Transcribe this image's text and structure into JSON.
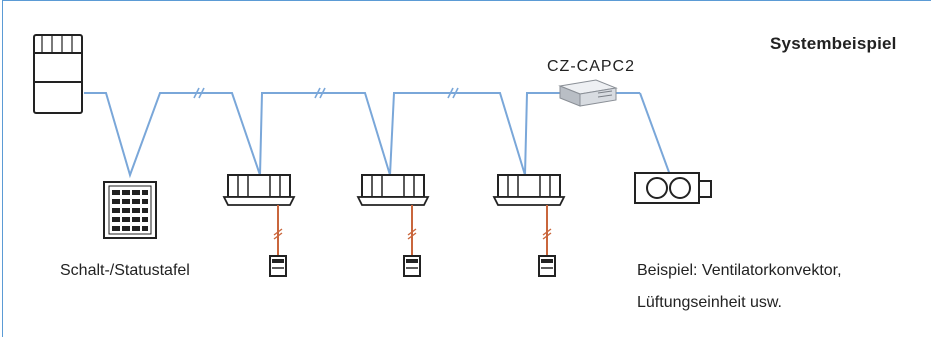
{
  "diagram": {
    "title": "Systembeispiel",
    "adapter_label": "CZ-CAPC2",
    "control_panel_label": "Schalt-/Statustafel",
    "example_line1": "Beispiel: Ventilatorkonvektor,",
    "example_line2": "Lüftungseinheit usw.",
    "colors": {
      "bus_line": "#7aa7d9",
      "remote_wire": "#c9663c",
      "frame": "#5b9bd5",
      "outline": "#222222"
    },
    "components": [
      {
        "name": "outdoor-unit",
        "icon": "outdoor-unit-icon"
      },
      {
        "name": "control-panel",
        "icon": "control-panel-icon"
      },
      {
        "name": "indoor-unit-1",
        "icon": "cassette-unit-icon"
      },
      {
        "name": "indoor-unit-2",
        "icon": "cassette-unit-icon"
      },
      {
        "name": "indoor-unit-3",
        "icon": "cassette-unit-icon"
      },
      {
        "name": "adapter",
        "icon": "adapter-box-icon"
      },
      {
        "name": "fan-coil-unit",
        "icon": "fan-coil-icon"
      }
    ]
  }
}
